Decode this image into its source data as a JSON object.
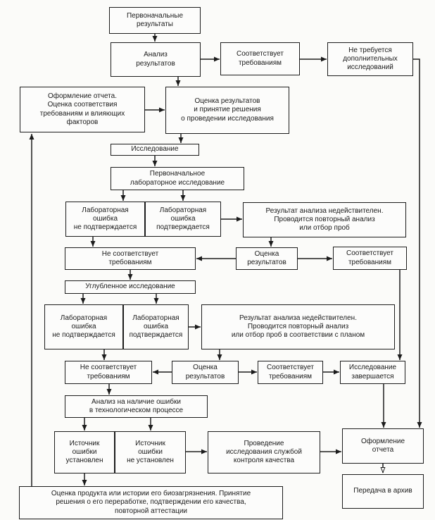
{
  "diagram": {
    "type": "flowchart",
    "language": "ru",
    "line_color": "#1c1c1c",
    "box_fill": "#fcfcfb",
    "background": "#fbfbf9",
    "nodes": {
      "initial_results": "Первоначальные\nрезультаты",
      "analysis_results": "Анализ\nрезультатов",
      "meets_requirements_initial": "Соответствует\nтребованиям",
      "no_additional_research": "Не требуется\nдополнительных\nисследований",
      "report_compliance": "Оформление отчета.\nОценка соответствия\nтребованиям и влияющих\nфакторов",
      "results_decision": "Оценка результатов\nи принятие решения\nо проведении исследования",
      "research": "Исследование",
      "initial_lab_research": "Первоначальное\nлабораторное исследование",
      "lab_error_not_confirmed_1": "Лабораторная\nошибка\nне подтверждается",
      "lab_error_confirmed_1": "Лабораторная\nошибка\nподтверждается",
      "invalid_result_1": "Результат анализа недействителен.\nПроводится повторный анализ\nили отбор проб",
      "not_meets_requirements_1": "Не соответствует\nтребованиям",
      "results_evaluation_1": "Оценка\nрезультатов",
      "meets_requirements_1": "Соответствует\nтребованиям",
      "in_depth_research": "Углубленное исследование",
      "lab_error_not_confirmed_2": "Лабораторная\nошибка\nне подтверждается",
      "lab_error_confirmed_2": "Лабораторная\nошибка\nподтверждается",
      "invalid_result_2": "Результат анализа недействителен.\nПроводится повторный анализ\nили отбор проб в соответствии с планом",
      "not_meets_requirements_2": "Не соответствует\nтребованиям",
      "results_evaluation_2": "Оценка\nрезультатов",
      "meets_requirements_2": "Соответствует\nтребованиям",
      "research_completed": "Исследование\nзавершается",
      "process_error_analysis": "Анализ на наличие ошибки\nв технологическом процессе",
      "error_source_found": "Источник\nошибки\nустановлен",
      "error_source_not_found": "Источник\nошибки\nне установлен",
      "qc_research": "Проведение\nисследования службой\nконтроля качества",
      "report": "Оформление\nотчета",
      "product_evaluation": "Оценка продукта или истории его биозагрязнения. Принятие\nрешения о его переработке, подтверждении его качества,\nповторной аттестации",
      "archive": "Передача в архив"
    },
    "edges": [
      {
        "from": "initial_results",
        "to": "analysis_results"
      },
      {
        "from": "analysis_results",
        "to": "meets_requirements_initial"
      },
      {
        "from": "meets_requirements_initial",
        "to": "no_additional_research"
      },
      {
        "from": "analysis_results",
        "to": "results_decision"
      },
      {
        "from": "report_compliance",
        "to": "results_decision"
      },
      {
        "from": "results_decision",
        "to": "research"
      },
      {
        "from": "research",
        "to": "initial_lab_research"
      },
      {
        "from": "initial_lab_research",
        "to": "lab_error_not_confirmed_1"
      },
      {
        "from": "initial_lab_research",
        "to": "lab_error_confirmed_1"
      },
      {
        "from": "lab_error_confirmed_1",
        "to": "invalid_result_1"
      },
      {
        "from": "lab_error_not_confirmed_1",
        "to": "not_meets_requirements_1"
      },
      {
        "from": "invalid_result_1",
        "to": "results_evaluation_1"
      },
      {
        "from": "results_evaluation_1",
        "to": "not_meets_requirements_1"
      },
      {
        "from": "results_evaluation_1",
        "to": "meets_requirements_1"
      },
      {
        "from": "meets_requirements_1",
        "to": "research_completed"
      },
      {
        "from": "not_meets_requirements_1",
        "to": "in_depth_research"
      },
      {
        "from": "in_depth_research",
        "to": "lab_error_not_confirmed_2"
      },
      {
        "from": "in_depth_research",
        "to": "lab_error_confirmed_2"
      },
      {
        "from": "lab_error_confirmed_2",
        "to": "invalid_result_2"
      },
      {
        "from": "lab_error_not_confirmed_2",
        "to": "not_meets_requirements_2"
      },
      {
        "from": "invalid_result_2",
        "to": "results_evaluation_2"
      },
      {
        "from": "results_evaluation_2",
        "to": "not_meets_requirements_2"
      },
      {
        "from": "results_evaluation_2",
        "to": "meets_requirements_2"
      },
      {
        "from": "meets_requirements_2",
        "to": "research_completed"
      },
      {
        "from": "not_meets_requirements_2",
        "to": "process_error_analysis"
      },
      {
        "from": "process_error_analysis",
        "to": "error_source_found"
      },
      {
        "from": "process_error_analysis",
        "to": "error_source_not_found"
      },
      {
        "from": "error_source_not_found",
        "to": "qc_research"
      },
      {
        "from": "qc_research",
        "to": "report"
      },
      {
        "from": "research_completed",
        "to": "report"
      },
      {
        "from": "no_additional_research",
        "to": "report"
      },
      {
        "from": "error_source_found",
        "to": "product_evaluation"
      },
      {
        "from": "product_evaluation",
        "to": "report_compliance"
      },
      {
        "from": "report",
        "to": "archive"
      }
    ]
  }
}
